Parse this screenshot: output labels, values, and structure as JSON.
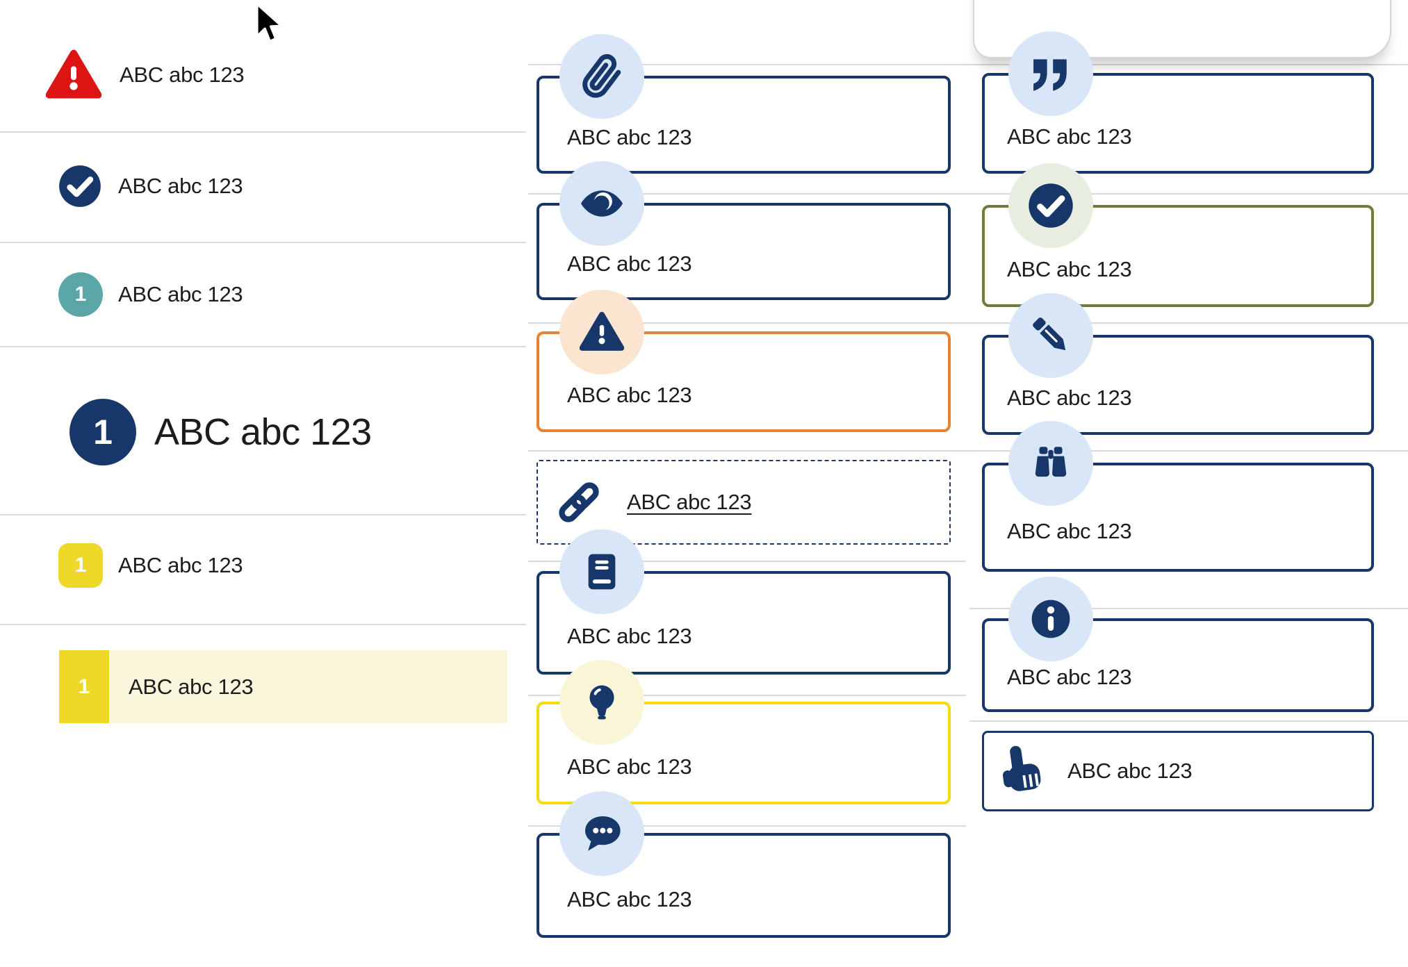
{
  "shared_label": "ABC abc 123",
  "left": {
    "items": [
      {
        "icon": "warning-triangle-icon",
        "label": "ABC abc 123"
      },
      {
        "icon": "check-circle-icon",
        "label": "ABC abc 123"
      },
      {
        "icon": "number-badge-teal",
        "badge": "1",
        "label": "ABC abc 123"
      },
      {
        "icon": "number-badge-large-navy",
        "badge": "1",
        "label": "ABC abc 123"
      },
      {
        "icon": "number-badge-yellow-square",
        "badge": "1",
        "label": "ABC abc 123"
      },
      {
        "icon": "number-badge-yellow-block",
        "badge": "1",
        "label": "ABC abc 123",
        "highlighted": true
      }
    ]
  },
  "middle": {
    "items": [
      {
        "icon": "paperclip-icon",
        "label": "ABC abc 123",
        "style": "navy"
      },
      {
        "icon": "eye-icon",
        "label": "ABC abc 123",
        "style": "navy"
      },
      {
        "icon": "warning-triangle-icon",
        "label": "ABC abc 123",
        "style": "orange"
      },
      {
        "icon": "link-icon",
        "label": "ABC abc 123",
        "style": "dashed-link"
      },
      {
        "icon": "book-icon",
        "label": "ABC abc 123",
        "style": "navy"
      },
      {
        "icon": "lightbulb-icon",
        "label": "ABC abc 123",
        "style": "yellow"
      },
      {
        "icon": "chat-icon",
        "label": "ABC abc 123",
        "style": "navy"
      }
    ]
  },
  "right": {
    "items": [
      {
        "icon": "quote-icon",
        "label": "ABC abc 123",
        "style": "navy"
      },
      {
        "icon": "check-circle-icon",
        "label": "ABC abc 123",
        "style": "olive-green"
      },
      {
        "icon": "pencil-icon",
        "label": "ABC abc 123",
        "style": "navy"
      },
      {
        "icon": "binoculars-icon",
        "label": "ABC abc 123",
        "style": "navy"
      },
      {
        "icon": "info-icon",
        "label": "ABC abc 123",
        "style": "navy"
      },
      {
        "icon": "hand-pointer-icon",
        "label": "ABC abc 123",
        "style": "navy-compact"
      }
    ]
  },
  "colors": {
    "navy": "#17376b",
    "red": "#dc1414",
    "teal": "#5ba7a7",
    "yellow": "#eed827",
    "yellow_border": "#f2dc10",
    "pale_yellow_row": "#faf6db",
    "orange": "#e58234",
    "olive": "#6f7d3c",
    "badge_blue": "#d9e6f8",
    "badge_peach": "#fbe5d1",
    "badge_pale_yellow": "#faf5d7",
    "badge_pale_green": "#e7eddf",
    "divider": "#d9d9d9",
    "text": "#1c1c1c"
  }
}
